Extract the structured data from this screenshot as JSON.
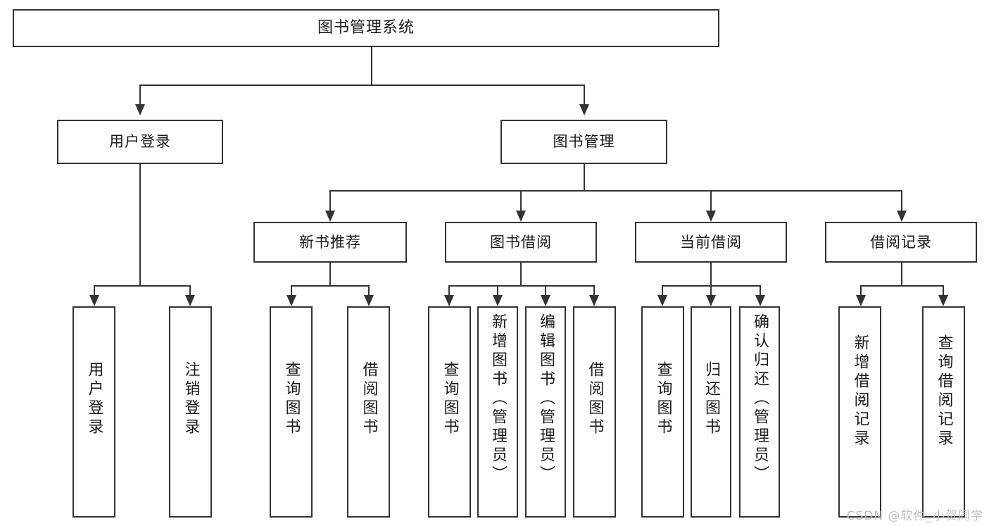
{
  "diagram": {
    "title": "图书管理系统",
    "watermark": "CSDN @软件_小贺同学",
    "accent_color": "#333333",
    "background_color": "#ffffff",
    "root": {
      "label": "图书管理系统"
    },
    "level2": [
      {
        "label": "用户登录"
      },
      {
        "label": "图书管理"
      }
    ],
    "level3": [
      {
        "label": "新书推荐"
      },
      {
        "label": "图书借阅"
      },
      {
        "label": "当前借阅"
      },
      {
        "label": "借阅记录"
      }
    ],
    "leaves": [
      {
        "label": "用户登录",
        "parent": "用户登录"
      },
      {
        "label": "注销登录",
        "parent": "用户登录"
      },
      {
        "label": "查询图书",
        "parent": "新书推荐"
      },
      {
        "label": "借阅图书",
        "parent": "新书推荐"
      },
      {
        "label": "查询图书",
        "parent": "图书借阅"
      },
      {
        "label": "新增图书（管理员）",
        "parent": "图书借阅"
      },
      {
        "label": "编辑图书（管理员）",
        "parent": "图书借阅"
      },
      {
        "label": "借阅图书",
        "parent": "图书借阅"
      },
      {
        "label": "查询图书",
        "parent": "当前借阅"
      },
      {
        "label": "归还图书",
        "parent": "当前借阅"
      },
      {
        "label": "确认归还（管理员）",
        "parent": "当前借阅"
      },
      {
        "label": "新增借阅记录",
        "parent": "借阅记录"
      },
      {
        "label": "查询借阅记录",
        "parent": "借阅记录"
      }
    ]
  }
}
